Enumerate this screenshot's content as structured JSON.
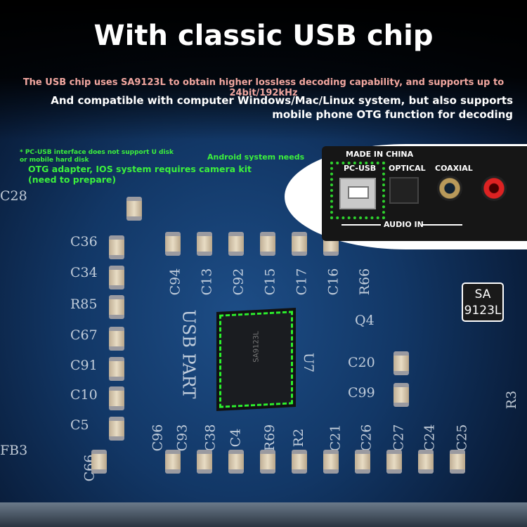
{
  "title": "With classic USB chip",
  "subtitle_pink": "The USB chip uses SA9123L to obtain higher lossless decoding capability, and supports up to 24bit/192kHz",
  "subtitle_white": "And compatible with computer Windows/Mac/Linux system, but also supports mobile phone OTG function for decoding",
  "notes": {
    "usb_disk": "* PC-USB interface does not support U disk or mobile hard disk",
    "android": "Android system needs",
    "otg": "OTG adapter, IOS system requires camera kit (need to prepare)"
  },
  "panel": {
    "made_in": "MADE IN CHINA",
    "pc_usb": "PC-USB",
    "optical": "OPTICAL",
    "coaxial": "COAXIAL",
    "audio_in": "AUDIO IN"
  },
  "chip_badge": {
    "line1": "SA",
    "line2": "9123L"
  },
  "chip_marking": "SA9123L",
  "silkscreen": [
    "C36",
    "C34",
    "R85",
    "C67",
    "C91",
    "C10",
    "C5",
    "FB3",
    "C66",
    "C94",
    "C13",
    "C92",
    "C15",
    "C17",
    "C16",
    "R66",
    "Q4",
    "C20",
    "C99",
    "R3",
    "C96",
    "C93",
    "C38",
    "C4",
    "R69",
    "R2",
    "C21",
    "C26",
    "C27",
    "C24",
    "C25",
    "USB PART",
    "U7",
    "C28"
  ]
}
